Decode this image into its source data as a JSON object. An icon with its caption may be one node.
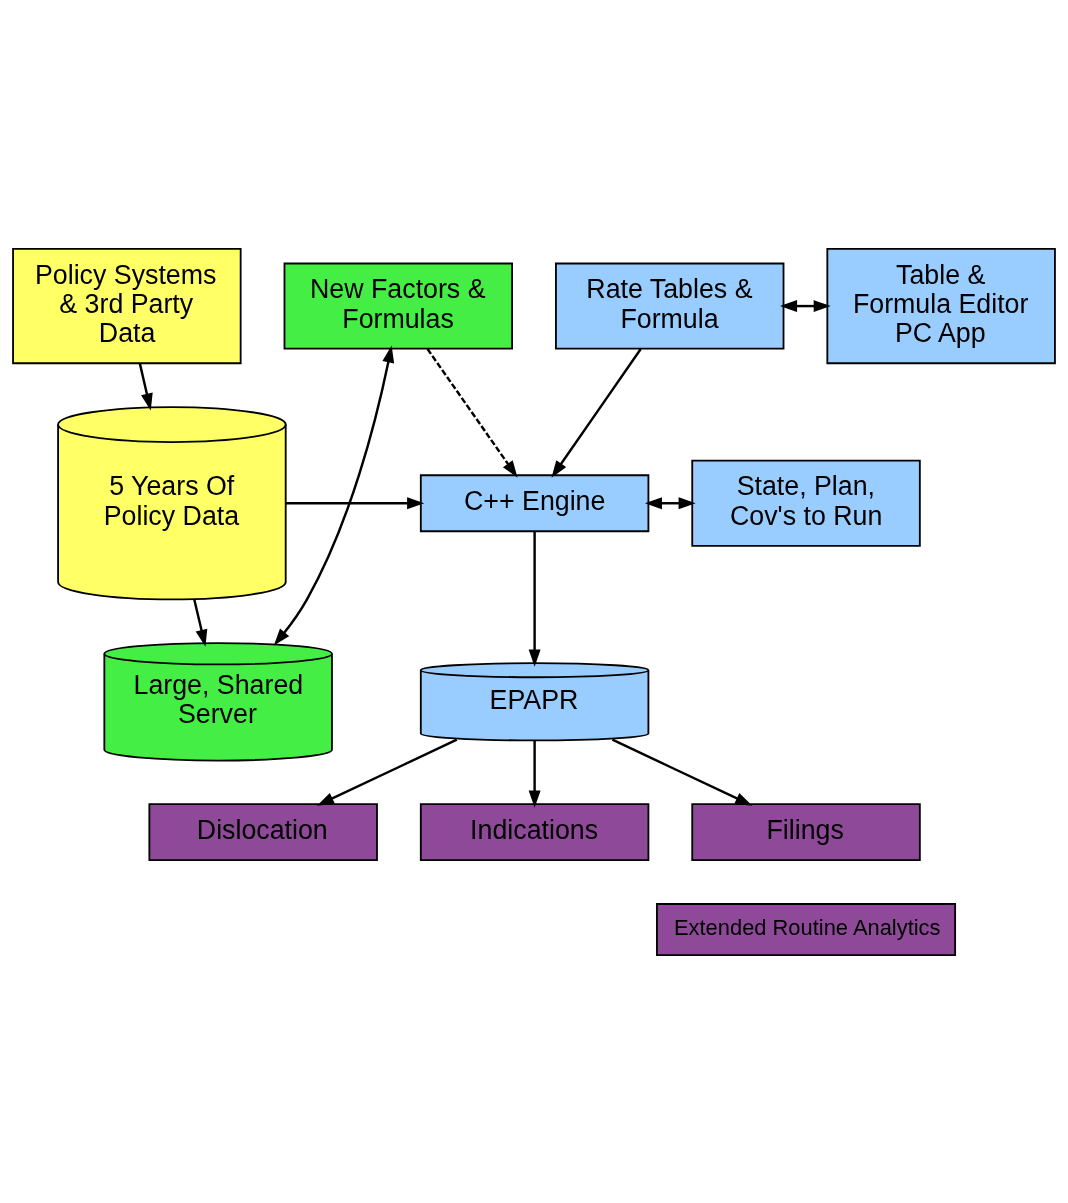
{
  "diagram": {
    "nodes": [
      {
        "text": [
          "Policy Systems & 3rd Party Data"
        ]
      },
      {
        "text": [
          "Rate Tables & Formula"
        ]
      },
      {
        "text": [
          "Table & Formula Editor PC App"
        ]
      },
      {
        "text": [
          "C++ Engine"
        ]
      },
      {
        "text": [
          "State, Plan, Cov's to Run"
        ]
      },
      {
        "text": [
          "5 Years Of Policy Data"
        ]
      },
      {
        "text": [
          "New Factors & Formulas"
        ]
      },
      {
        "text": [
          "EPAPR"
        ]
      },
      {
        "text": [
          "Large, Shared Server"
        ]
      },
      {
        "text": [
          "Dislocation"
        ]
      },
      {
        "text": [
          "Indications"
        ]
      },
      {
        "text": [
          "Filings"
        ]
      }
    ],
    "edges": [
      {
        "from": 1,
        "to": 2,
        "arrow": "both"
      },
      {
        "from": 1,
        "to": 3,
        "arrow": "to"
      },
      {
        "from": 0,
        "to": 5,
        "arrow": "to"
      },
      {
        "from": 5,
        "to": 3,
        "arrow": "to"
      },
      {
        "from": 3,
        "to": 4,
        "arrow": "both"
      },
      {
        "from": 6,
        "to": 3,
        "arrow": "to",
        "style": "dashed"
      },
      {
        "from": 3,
        "to": 7,
        "arrow": "to"
      },
      {
        "from": 6,
        "to": 8,
        "arrow": "both"
      },
      {
        "from": 5,
        "to": 8,
        "arrow": "to"
      },
      {
        "from": 7,
        "to": 9,
        "arrow": "to"
      },
      {
        "from": 7,
        "to": 10,
        "arrow": "to"
      },
      {
        "from": 7,
        "to": 11,
        "arrow": "to"
      }
    ],
    "legend": [
      {
        "text": "Extended Routine Analytics",
        "color": "#8e4a98"
      }
    ]
  }
}
